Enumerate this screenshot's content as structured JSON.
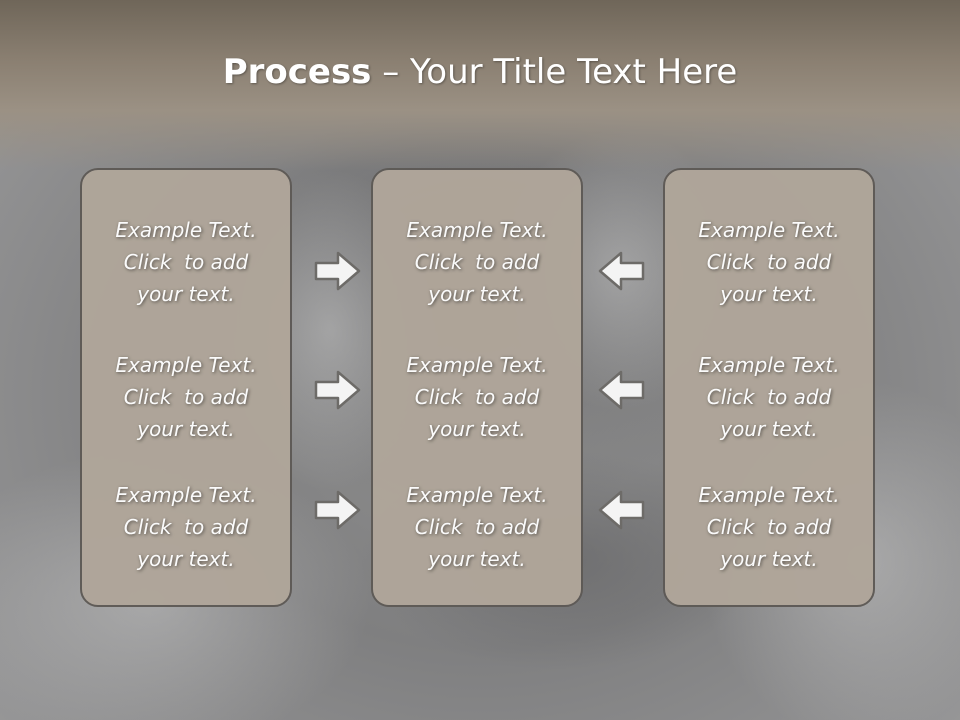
{
  "slide": {
    "title_bold": "Process",
    "title_rest": " – Your Title Text Here"
  },
  "columns": [
    {
      "items": [
        {
          "line1": "Example Text.",
          "line2": "Click  to add",
          "line3": "your text."
        },
        {
          "line1": "Example Text.",
          "line2": "Click  to add",
          "line3": "your text."
        },
        {
          "line1": "Example Text.",
          "line2": "Click  to add",
          "line3": "your text."
        }
      ]
    },
    {
      "items": [
        {
          "line1": "Example Text.",
          "line2": "Click  to add",
          "line3": "your text."
        },
        {
          "line1": "Example Text.",
          "line2": "Click  to add",
          "line3": "your text."
        },
        {
          "line1": "Example Text.",
          "line2": "Click  to add",
          "line3": "your text."
        }
      ]
    },
    {
      "items": [
        {
          "line1": "Example Text.",
          "line2": "Click  to add",
          "line3": "your text."
        },
        {
          "line1": "Example Text.",
          "line2": "Click  to add",
          "line3": "your text."
        },
        {
          "line1": "Example Text.",
          "line2": "Click  to add",
          "line3": "your text."
        }
      ]
    }
  ],
  "arrows": {
    "left_group_icon": "arrow-right-icon",
    "right_group_icon": "arrow-left-icon"
  },
  "colors": {
    "panel_fill": "#b0a69a",
    "panel_border": "#5e5a56",
    "header": "#8a7f71",
    "text": "#ffffff"
  }
}
